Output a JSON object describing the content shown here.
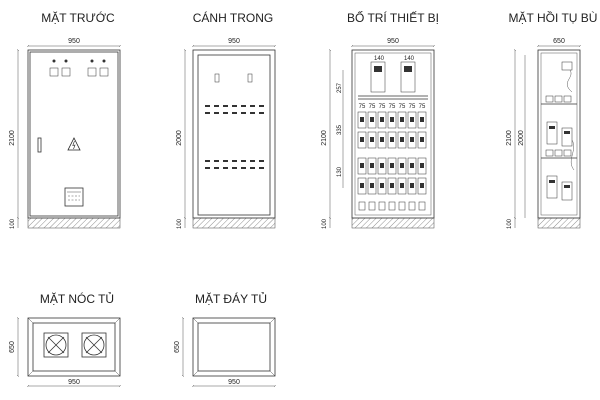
{
  "views": {
    "front": {
      "title": "MẶT TRƯỚC",
      "width": "950",
      "height": "2100",
      "base": "100"
    },
    "inner_door": {
      "title": "CÁNH TRONG",
      "width": "950",
      "height": "2000",
      "base": "100"
    },
    "layout": {
      "title": "BỐ TRÍ THIẾT BỊ",
      "width": "950",
      "height": "2100",
      "base": "100",
      "rail_a": "140",
      "rail_b": "140",
      "sections": [
        "257",
        "335",
        "130"
      ],
      "small_labels": [
        "75",
        "75",
        "75",
        "75",
        "75",
        "75",
        "75"
      ]
    },
    "pfc": {
      "title": "MẶT HỒI TỤ BÙ",
      "width": "650",
      "height": "2100",
      "inner_height": "2000",
      "base": "100"
    },
    "top": {
      "title": "MẶT NÓC TỦ",
      "width": "950",
      "depth": "650"
    },
    "bottom": {
      "title": "MẶT ĐÁY TỦ",
      "width": "950",
      "depth": "650"
    }
  }
}
